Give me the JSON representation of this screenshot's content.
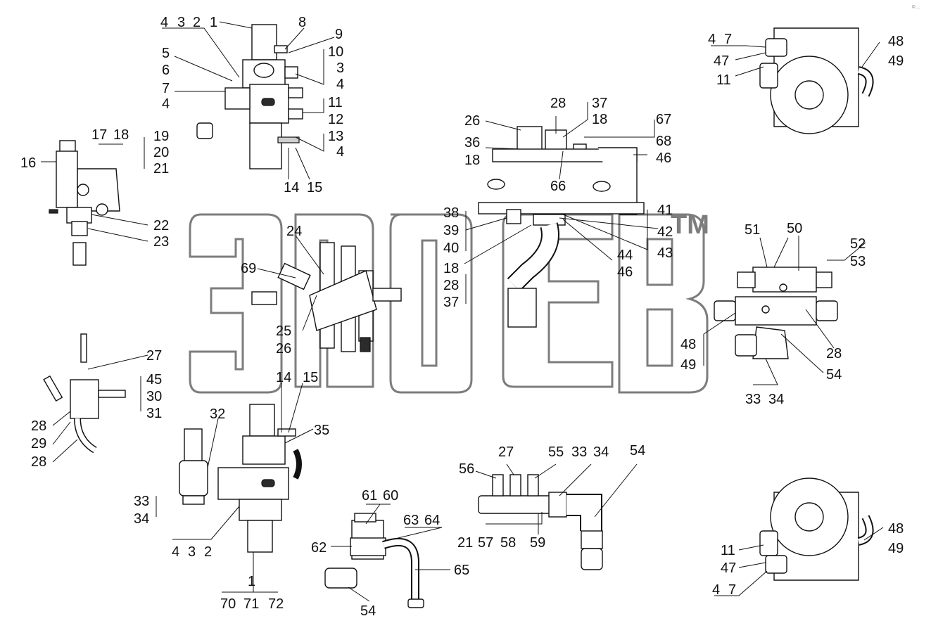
{
  "watermark": {
    "trademark": "TM"
  },
  "corner_mark": "© ...",
  "callouts": [
    {
      "id": "c1",
      "text": "4"
    },
    {
      "id": "c2",
      "text": "3"
    },
    {
      "id": "c3",
      "text": "2"
    },
    {
      "id": "c4",
      "text": "1"
    },
    {
      "id": "c5",
      "text": "8"
    },
    {
      "id": "c6",
      "text": "9"
    },
    {
      "id": "c7",
      "text": "10"
    },
    {
      "id": "c8",
      "text": "3"
    },
    {
      "id": "c9",
      "text": "4"
    },
    {
      "id": "c10",
      "text": "5"
    },
    {
      "id": "c11",
      "text": "6"
    },
    {
      "id": "c12",
      "text": "7"
    },
    {
      "id": "c13",
      "text": "4"
    },
    {
      "id": "c14",
      "text": "11"
    },
    {
      "id": "c15",
      "text": "12"
    },
    {
      "id": "c16",
      "text": "13"
    },
    {
      "id": "c17",
      "text": "4"
    },
    {
      "id": "c18",
      "text": "14"
    },
    {
      "id": "c19",
      "text": "15"
    },
    {
      "id": "c20",
      "text": "17"
    },
    {
      "id": "c21",
      "text": "18"
    },
    {
      "id": "c22",
      "text": "19"
    },
    {
      "id": "c23",
      "text": "20"
    },
    {
      "id": "c24",
      "text": "21"
    },
    {
      "id": "c25",
      "text": "16"
    },
    {
      "id": "c26",
      "text": "22"
    },
    {
      "id": "c27",
      "text": "23"
    },
    {
      "id": "c28",
      "text": "24"
    },
    {
      "id": "c29",
      "text": "69"
    },
    {
      "id": "c30",
      "text": "25"
    },
    {
      "id": "c31",
      "text": "26"
    },
    {
      "id": "c32",
      "text": "27"
    },
    {
      "id": "c33",
      "text": "45"
    },
    {
      "id": "c34",
      "text": "30"
    },
    {
      "id": "c35",
      "text": "31"
    },
    {
      "id": "c36",
      "text": "28"
    },
    {
      "id": "c37",
      "text": "29"
    },
    {
      "id": "c38",
      "text": "28"
    },
    {
      "id": "c39",
      "text": "14"
    },
    {
      "id": "c40",
      "text": "15"
    },
    {
      "id": "c41",
      "text": "32"
    },
    {
      "id": "c42",
      "text": "35"
    },
    {
      "id": "c43",
      "text": "33"
    },
    {
      "id": "c44",
      "text": "34"
    },
    {
      "id": "c45",
      "text": "4"
    },
    {
      "id": "c46",
      "text": "3"
    },
    {
      "id": "c47",
      "text": "2"
    },
    {
      "id": "c48",
      "text": "1"
    },
    {
      "id": "c49",
      "text": "70"
    },
    {
      "id": "c50",
      "text": "71"
    },
    {
      "id": "c51",
      "text": "72"
    },
    {
      "id": "c52",
      "text": "61"
    },
    {
      "id": "c53",
      "text": "60"
    },
    {
      "id": "c54",
      "text": "63"
    },
    {
      "id": "c55",
      "text": "64"
    },
    {
      "id": "c56",
      "text": "62"
    },
    {
      "id": "c57",
      "text": "65"
    },
    {
      "id": "c58",
      "text": "54"
    },
    {
      "id": "c59",
      "text": "26"
    },
    {
      "id": "c60",
      "text": "28"
    },
    {
      "id": "c61",
      "text": "37"
    },
    {
      "id": "c62",
      "text": "18"
    },
    {
      "id": "c63",
      "text": "67"
    },
    {
      "id": "c64",
      "text": "68"
    },
    {
      "id": "c65",
      "text": "46"
    },
    {
      "id": "c66",
      "text": "36"
    },
    {
      "id": "c67",
      "text": "18"
    },
    {
      "id": "c68",
      "text": "66"
    },
    {
      "id": "c69",
      "text": "38"
    },
    {
      "id": "c70",
      "text": "39"
    },
    {
      "id": "c71",
      "text": "40"
    },
    {
      "id": "c72",
      "text": "41"
    },
    {
      "id": "c73",
      "text": "42"
    },
    {
      "id": "c74",
      "text": "43"
    },
    {
      "id": "c75",
      "text": "44"
    },
    {
      "id": "c76",
      "text": "46"
    },
    {
      "id": "c77",
      "text": "18"
    },
    {
      "id": "c78",
      "text": "28"
    },
    {
      "id": "c79",
      "text": "37"
    },
    {
      "id": "c80",
      "text": "4"
    },
    {
      "id": "c81",
      "text": "7"
    },
    {
      "id": "c82",
      "text": "47"
    },
    {
      "id": "c83",
      "text": "11"
    },
    {
      "id": "c84",
      "text": "48"
    },
    {
      "id": "c85",
      "text": "49"
    },
    {
      "id": "c86",
      "text": "51"
    },
    {
      "id": "c87",
      "text": "50"
    },
    {
      "id": "c88",
      "text": "52"
    },
    {
      "id": "c89",
      "text": "53"
    },
    {
      "id": "c90",
      "text": "48"
    },
    {
      "id": "c91",
      "text": "49"
    },
    {
      "id": "c92",
      "text": "28"
    },
    {
      "id": "c93",
      "text": "54"
    },
    {
      "id": "c94",
      "text": "33"
    },
    {
      "id": "c95",
      "text": "34"
    },
    {
      "id": "c96",
      "text": "56"
    },
    {
      "id": "c97",
      "text": "27"
    },
    {
      "id": "c98",
      "text": "55"
    },
    {
      "id": "c99",
      "text": "33"
    },
    {
      "id": "c100",
      "text": "34"
    },
    {
      "id": "c101",
      "text": "54"
    },
    {
      "id": "c102",
      "text": "21"
    },
    {
      "id": "c103",
      "text": "57"
    },
    {
      "id": "c104",
      "text": "58"
    },
    {
      "id": "c105",
      "text": "59"
    },
    {
      "id": "c106",
      "text": "11"
    },
    {
      "id": "c107",
      "text": "47"
    },
    {
      "id": "c108",
      "text": "4"
    },
    {
      "id": "c109",
      "text": "7"
    },
    {
      "id": "c110",
      "text": "48"
    },
    {
      "id": "c111",
      "text": "49"
    }
  ]
}
